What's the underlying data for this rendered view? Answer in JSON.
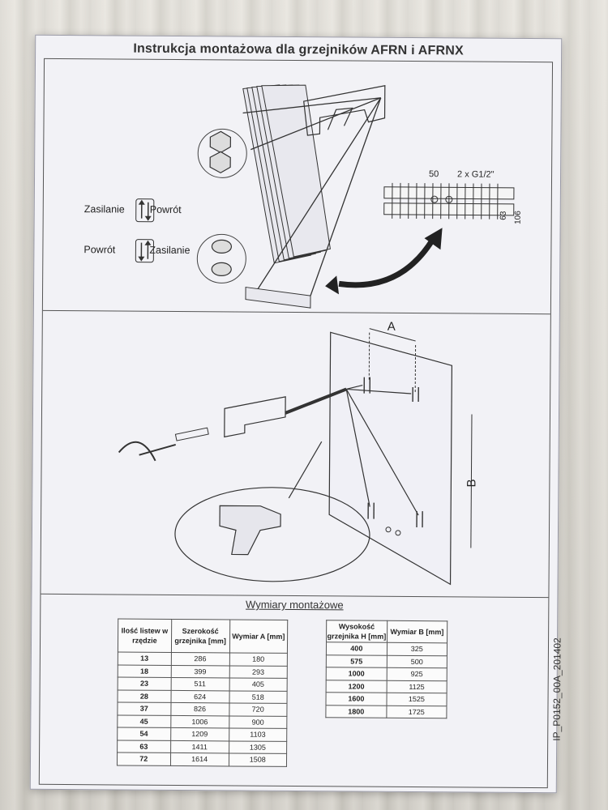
{
  "document": {
    "title": "Instrukcja montażowa dla grzejników AFRN i AFRNX",
    "code": "IP_P0152_00A_201402"
  },
  "connections": {
    "row1_left": "Zasilanie",
    "row1_right": "Powrót",
    "row2_left": "Powrót",
    "row2_right": "Zasilanie"
  },
  "dimensions_detail": {
    "spacing": "50",
    "thread": "2 x G1/2\"",
    "height_small": "63",
    "height_large": "106"
  },
  "mounting_diagram": {
    "label_a": "A",
    "label_b": "B"
  },
  "tables": {
    "title": "Wymiary montażowe",
    "table1": {
      "headers": [
        "Ilość listew w rzędzie",
        "Szerokość grzejnika [mm]",
        "Wymiar A [mm]"
      ],
      "rows": [
        [
          "13",
          "286",
          "180"
        ],
        [
          "18",
          "399",
          "293"
        ],
        [
          "23",
          "511",
          "405"
        ],
        [
          "28",
          "624",
          "518"
        ],
        [
          "37",
          "826",
          "720"
        ],
        [
          "45",
          "1006",
          "900"
        ],
        [
          "54",
          "1209",
          "1103"
        ],
        [
          "63",
          "1411",
          "1305"
        ],
        [
          "72",
          "1614",
          "1508"
        ]
      ]
    },
    "table2": {
      "headers": [
        "Wysokość grzejnika H [mm]",
        "Wymiar B [mm]"
      ],
      "rows": [
        [
          "400",
          "325"
        ],
        [
          "575",
          "500"
        ],
        [
          "1000",
          "925"
        ],
        [
          "1200",
          "1125"
        ],
        [
          "1600",
          "1525"
        ],
        [
          "1800",
          "1725"
        ]
      ]
    }
  }
}
